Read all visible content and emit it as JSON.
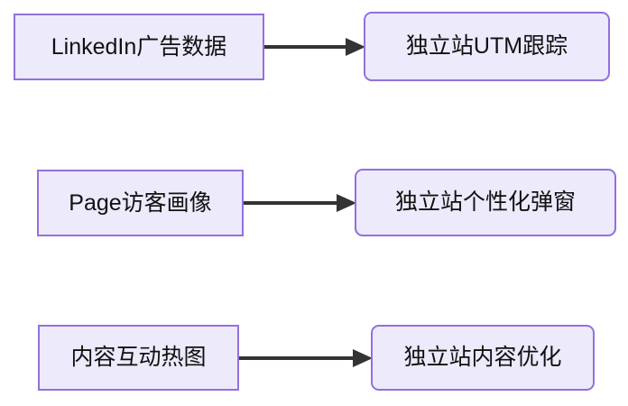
{
  "diagram": {
    "type": "flowchart",
    "direction": "left-to-right",
    "background_color": "#FFFFFF",
    "node_fill_color": "#ECEAFB",
    "node_border_color": "#9370DB",
    "edge_color": "#333333",
    "text_color": "#111111",
    "nodes": [
      {
        "id": "linkedin-ads",
        "label": "LinkedIn广告数据",
        "shape": "rect",
        "row": 1,
        "side": "source"
      },
      {
        "id": "utm-tracking",
        "label": "独立站UTM跟踪",
        "shape": "rounded",
        "row": 1,
        "side": "target"
      },
      {
        "id": "page-visitor",
        "label": "Page访客画像",
        "shape": "rect",
        "row": 2,
        "side": "source"
      },
      {
        "id": "personal-popup",
        "label": "独立站个性化弹窗",
        "shape": "rounded",
        "row": 2,
        "side": "target"
      },
      {
        "id": "content-heatmap",
        "label": "内容互动热图",
        "shape": "rect",
        "row": 3,
        "side": "source"
      },
      {
        "id": "content-optimize",
        "label": "独立站内容优化",
        "shape": "rounded",
        "row": 3,
        "side": "target"
      }
    ],
    "edges": [
      {
        "id": "edge-1",
        "from": "linkedin-ads",
        "to": "utm-tracking",
        "label": "",
        "arrowhead": "solid-triangle"
      },
      {
        "id": "edge-2",
        "from": "page-visitor",
        "to": "personal-popup",
        "label": "",
        "arrowhead": "solid-triangle"
      },
      {
        "id": "edge-3",
        "from": "content-heatmap",
        "to": "content-optimize",
        "label": "",
        "arrowhead": "solid-triangle"
      }
    ]
  }
}
